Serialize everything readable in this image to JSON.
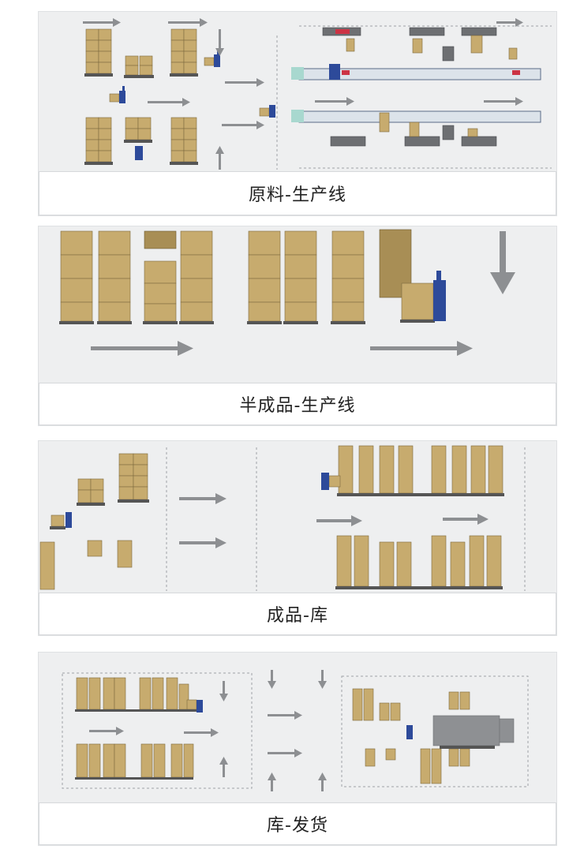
{
  "sections": [
    {
      "caption": "原料-生产线"
    },
    {
      "caption": "半成品-生产线"
    },
    {
      "caption": "成品-库"
    },
    {
      "caption": "库-发货"
    }
  ],
  "colors": {
    "carton": "#c7ab6e",
    "agv": "#2d4a9a",
    "arrow": "#8d8f92",
    "panel": "#eeeff0"
  },
  "icons": [
    "carton-stack-icon",
    "forklift-agv-icon",
    "flow-arrow-icon",
    "robot-arm-icon",
    "conveyor-icon",
    "truck-icon"
  ]
}
